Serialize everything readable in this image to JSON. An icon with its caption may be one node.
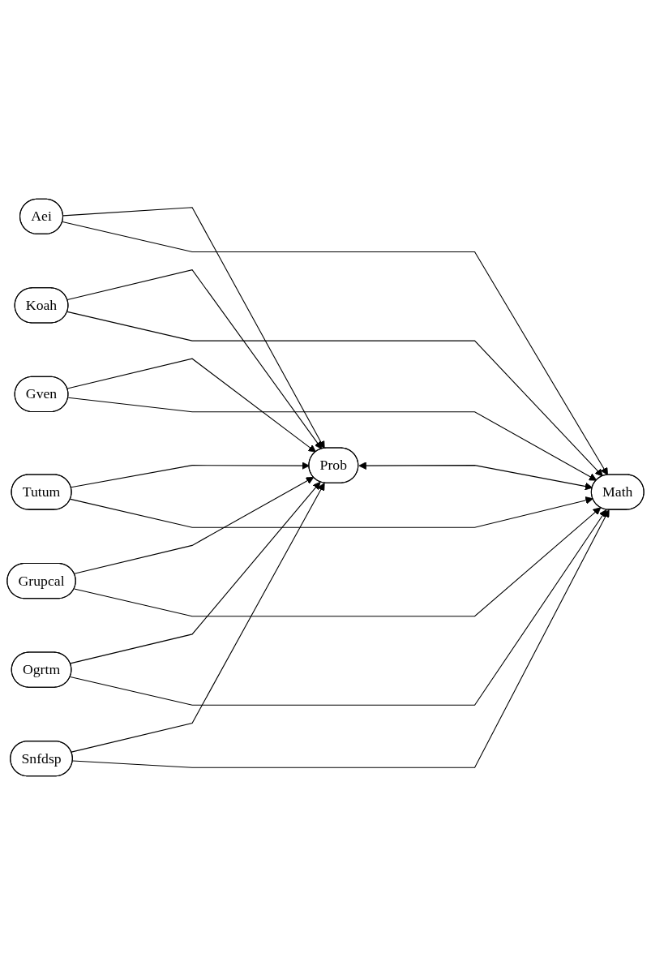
{
  "diagram": {
    "nodes": [
      {
        "text": [
          "Aei"
        ]
      },
      {
        "text": [
          "Koah"
        ]
      },
      {
        "text": [
          "Gven"
        ]
      },
      {
        "text": [
          "Tutum"
        ]
      },
      {
        "text": [
          "Grupcal"
        ]
      },
      {
        "text": [
          "Ogrtm"
        ]
      },
      {
        "text": [
          "Snfdsp"
        ]
      },
      {
        "text": [
          "Prob"
        ]
      },
      {
        "text": [
          "Math"
        ]
      }
    ],
    "edges": [
      {
        "from": 0,
        "to": 7,
        "arrow": "to"
      },
      {
        "from": 0,
        "to": 8,
        "arrow": "to"
      },
      {
        "from": 1,
        "to": 7,
        "arrow": "to"
      },
      {
        "from": 1,
        "to": 8,
        "arrow": "to"
      },
      {
        "from": 2,
        "to": 7,
        "arrow": "to"
      },
      {
        "from": 2,
        "to": 8,
        "arrow": "to"
      },
      {
        "from": 3,
        "to": 7,
        "arrow": "to"
      },
      {
        "from": 3,
        "to": 8,
        "arrow": "to"
      },
      {
        "from": 4,
        "to": 7,
        "arrow": "to"
      },
      {
        "from": 4,
        "to": 8,
        "arrow": "to"
      },
      {
        "from": 5,
        "to": 7,
        "arrow": "to"
      },
      {
        "from": 5,
        "to": 8,
        "arrow": "to"
      },
      {
        "from": 6,
        "to": 7,
        "arrow": "to"
      },
      {
        "from": 6,
        "to": 8,
        "arrow": "to"
      },
      {
        "from": 7,
        "to": 8,
        "arrow": "both"
      }
    ]
  }
}
